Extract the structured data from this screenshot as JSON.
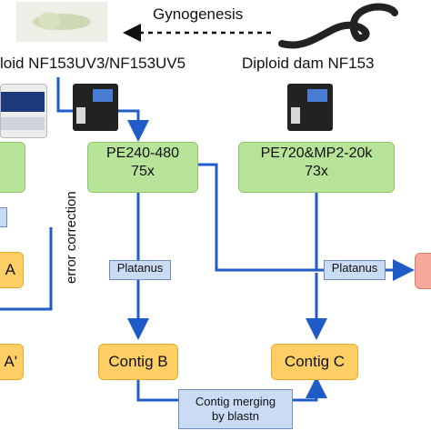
{
  "top": {
    "gynogenesis": "Gyno­genesis",
    "left_label": "loid NF153UV3/NF153UV5",
    "right_label": "Diploid dam NF153"
  },
  "boxes": {
    "pe240_line1": "PE240-480",
    "pe240_line2": "75x",
    "pe720_line1": "PE720&MP2-20k",
    "pe720_line2": "73x",
    "left_a": "A",
    "left_a_prime": "A'",
    "contig_b": "Contig B",
    "contig_c": "Contig C"
  },
  "processes": {
    "platanus_1": "Platanus",
    "platanus_2": "Platanus",
    "merge_line1": "Contig merging",
    "merge_line2": "by blastn"
  },
  "side_label": "error correction",
  "colors": {
    "arrow": "#1f5cc8",
    "green": "#b8e49a",
    "orange": "#ffcf66",
    "pink": "#f5a99a",
    "blue_box": "#c9dcf4"
  }
}
